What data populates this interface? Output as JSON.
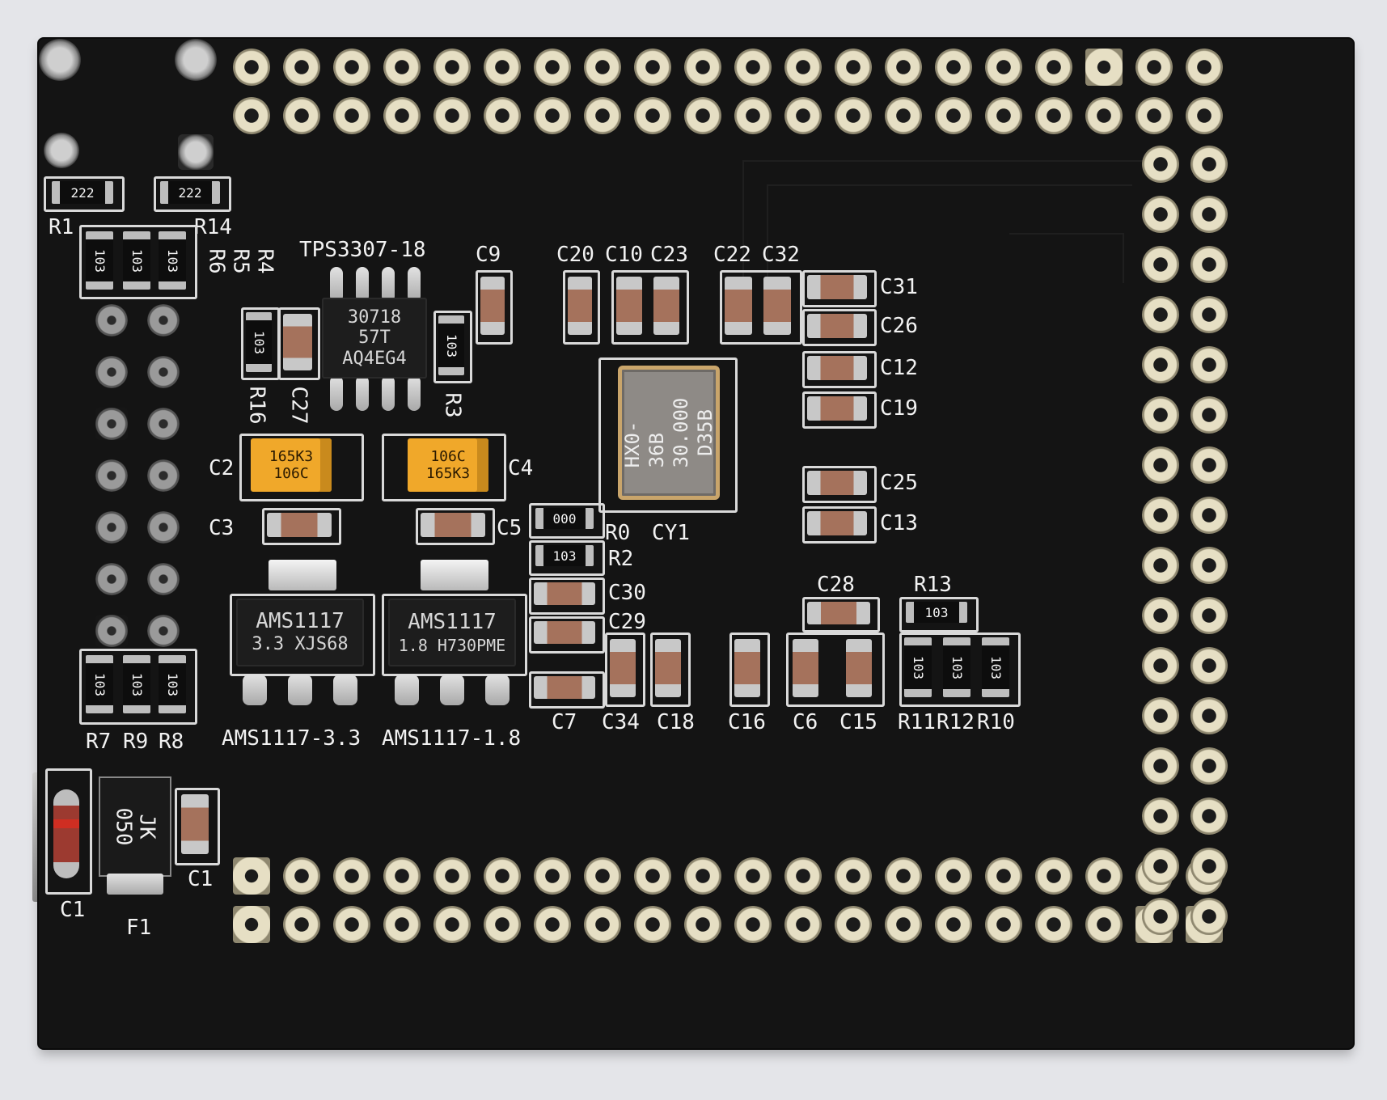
{
  "board": {
    "labels": {
      "R1": "R1",
      "R14": "R14",
      "R6": "R6",
      "R5": "R5",
      "R4": "R4",
      "tps": "TPS3307-18",
      "C9": "C9",
      "C20": "C20",
      "C10": "C10",
      "C23": "C23",
      "C22": "C22",
      "C32": "C32",
      "C31": "C31",
      "C26": "C26",
      "C12": "C12",
      "C19": "C19",
      "R16": "R16",
      "C27": "C27",
      "R3": "R3",
      "C2": "C2",
      "C4": "C4",
      "C3": "C3",
      "C5": "C5",
      "R0": "R0",
      "CY1": "CY1",
      "R2": "R2",
      "C30": "C30",
      "C29": "C29",
      "C25": "C25",
      "C13": "C13",
      "C28": "C28",
      "R13": "R13",
      "C7": "C7",
      "C34": "C34",
      "C18": "C18",
      "C16": "C16",
      "C6": "C6",
      "C15": "C15",
      "R11": "R11",
      "R12": "R12",
      "R10": "R10",
      "R7": "R7",
      "R9": "R9",
      "R8": "R8",
      "ams33": "AMS1117-3.3",
      "ams18": "AMS1117-1.8",
      "C1a": "C1",
      "C1b": "C1",
      "F1": "F1"
    },
    "resistor_codes": {
      "r222": "222",
      "r103": "103",
      "r000": "000"
    },
    "ic_tps": {
      "line1": "30718",
      "line2": "57T",
      "line3": "AQ4EG4"
    },
    "ams33": {
      "line1": "AMS1117",
      "line2": "3.3  XJS68"
    },
    "ams18": {
      "line1": "AMS1117",
      "line2": "1.8 H730PME"
    },
    "tant_c2": {
      "line1": "165K3",
      "line2": "106C"
    },
    "tant_c4": {
      "line1": "106C",
      "line2": "165K3"
    },
    "crystal": {
      "line1": "HX0-36B",
      "line2": "30.000",
      "line3": "D35B"
    },
    "fuse": {
      "line1": "JK",
      "line2": "050"
    }
  }
}
